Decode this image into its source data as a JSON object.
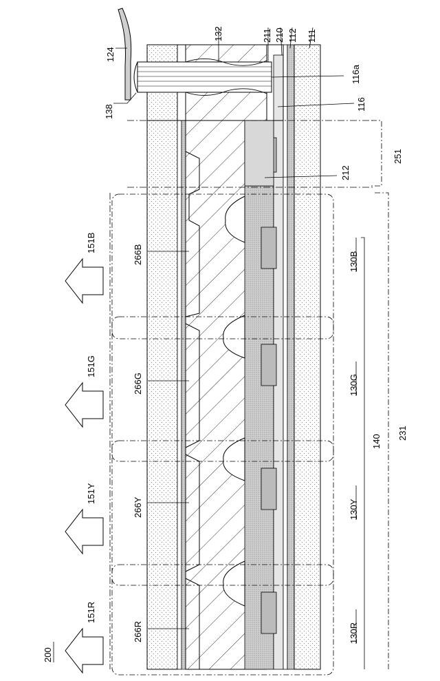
{
  "figure": {
    "id_label": "200",
    "colors": {
      "line": "#000000",
      "dotted_fill": "#eeeeee",
      "layer_fill": "#d9d9d9",
      "background": "#ffffff"
    }
  },
  "labels": {
    "l124": "124",
    "l132": "132",
    "l138": "138",
    "l211": "211",
    "l210": "210",
    "l112": "112",
    "l111": "111",
    "l116a": "116a",
    "l116": "116",
    "l251": "251",
    "l212": "212",
    "l231": "231",
    "l140": "140",
    "l130B": "130B",
    "l130G": "130G",
    "l130Y": "130Y",
    "l130R": "130R",
    "l266B": "266B",
    "l266G": "266G",
    "l266Y": "266Y",
    "l266R": "266R",
    "l151B": "151B",
    "l151G": "151G",
    "l151Y": "151Y",
    "l151R": "151R"
  },
  "arrows": [
    {
      "name": "emission-arrow-151B",
      "label_key": "l151B"
    },
    {
      "name": "emission-arrow-151G",
      "label_key": "l151G"
    },
    {
      "name": "emission-arrow-151Y",
      "label_key": "l151Y"
    },
    {
      "name": "emission-arrow-151R",
      "label_key": "l151R"
    }
  ]
}
